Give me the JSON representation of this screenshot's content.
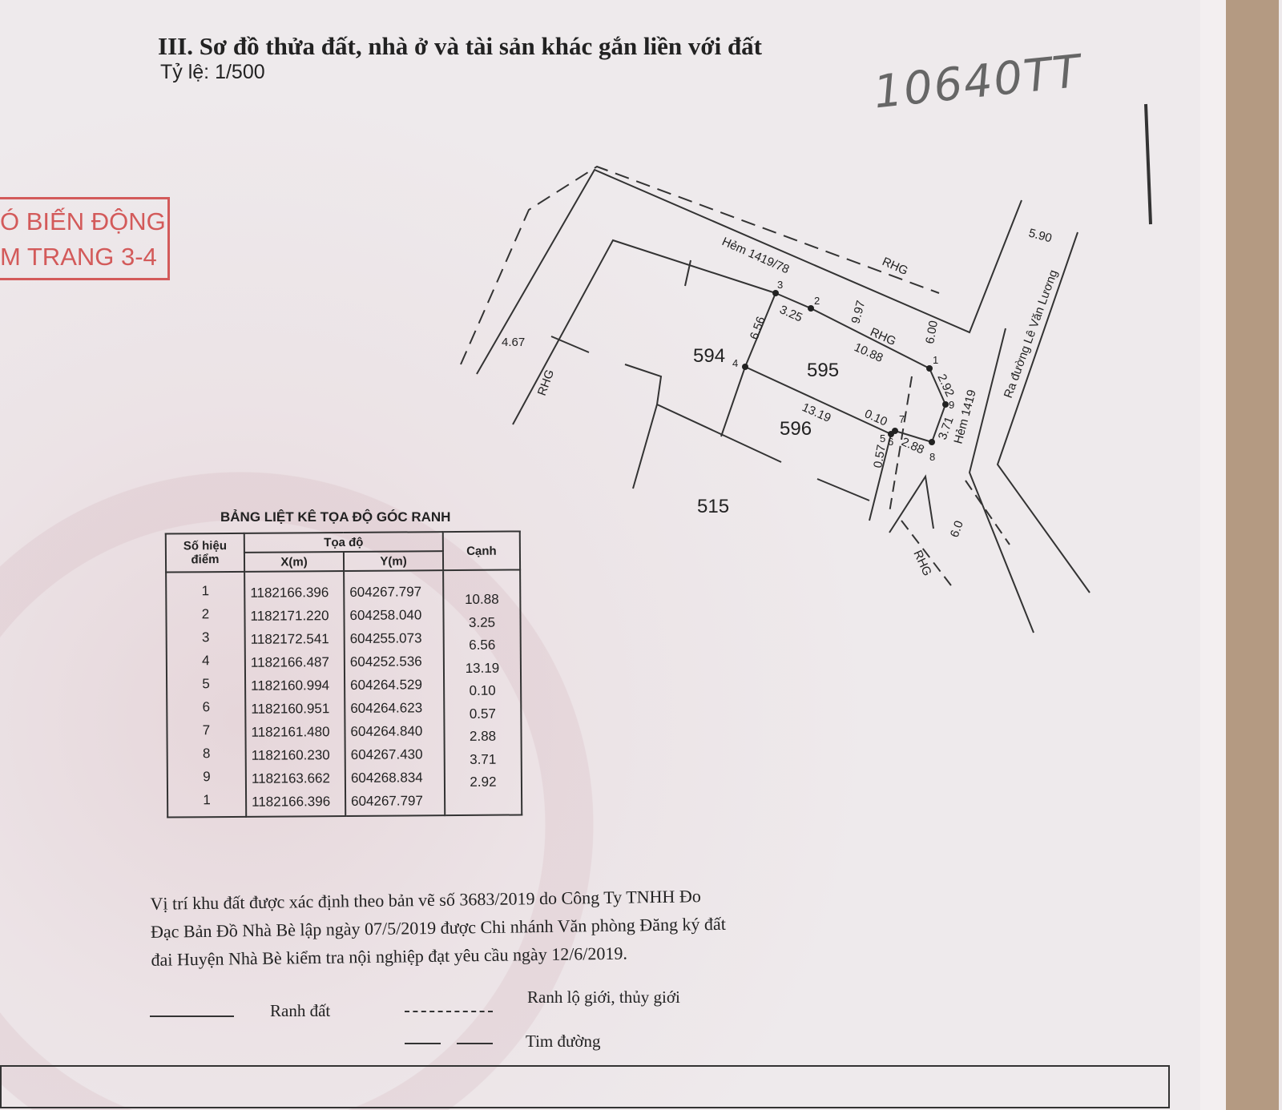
{
  "header": {
    "title": "III. Sơ đồ thửa đất, nhà ở và tài sản khác gắn liền với đất",
    "scale": "Tỷ lệ: 1/500",
    "handwritten_note": "10640TT"
  },
  "stamp": {
    "line1": "Ó BIẾN ĐỘNG",
    "line2": "M TRANG 3-4"
  },
  "map": {
    "parcels": [
      "594",
      "595",
      "596",
      "515"
    ],
    "points": [
      "1",
      "2",
      "3",
      "4",
      "5",
      "6",
      "7",
      "8",
      "9"
    ],
    "edge_labels": {
      "e12": "10.88",
      "e23": "3.25",
      "e34": "6.56",
      "e45": "13.19",
      "e56": "0.10",
      "e67": "0.57",
      "e78": "2.88",
      "e89": "3.71",
      "e91": "2.92"
    },
    "other_labels": {
      "w1": "9.97",
      "w2": "6.00",
      "w3": "5.90",
      "w4": "4.67",
      "w5": "6.0"
    },
    "roads": {
      "hem_78": "Hẻm 1419/78",
      "hem_1419": "Hẻm 1419",
      "ra_duong": "Ra đường Lê Văn Lương",
      "rhg": "RHG"
    }
  },
  "table": {
    "title": "BẢNG LIỆT KÊ TỌA ĐỘ GÓC RANH",
    "headers": {
      "point": "Số hiệu điểm",
      "coords": "Tọa độ",
      "x": "X(m)",
      "y": "Y(m)",
      "edge": "Cạnh"
    },
    "rows": [
      {
        "p": "1",
        "x": "1182166.396",
        "y": "604267.797"
      },
      {
        "p": "2",
        "x": "1182171.220",
        "y": "604258.040"
      },
      {
        "p": "3",
        "x": "1182172.541",
        "y": "604255.073"
      },
      {
        "p": "4",
        "x": "1182166.487",
        "y": "604252.536"
      },
      {
        "p": "5",
        "x": "1182160.994",
        "y": "604264.529"
      },
      {
        "p": "6",
        "x": "1182160.951",
        "y": "604264.623"
      },
      {
        "p": "7",
        "x": "1182161.480",
        "y": "604264.840"
      },
      {
        "p": "8",
        "x": "1182160.230",
        "y": "604267.430"
      },
      {
        "p": "9",
        "x": "1182163.662",
        "y": "604268.834"
      },
      {
        "p": "1",
        "x": "1182166.396",
        "y": "604267.797"
      }
    ],
    "edges": [
      "10.88",
      "3.25",
      "6.56",
      "13.19",
      "0.10",
      "0.57",
      "2.88",
      "3.71",
      "2.92"
    ]
  },
  "description": {
    "line1": "Vị trí khu đất được xác định theo bản vẽ số 3683/2019 do Công Ty TNHH Đo",
    "line2": "Đạc Bản Đồ Nhà Bè lập ngày 07/5/2019 được Chi nhánh Văn phòng Đăng ký đất",
    "line3": "đai Huyện Nhà Bè kiểm tra nội nghiệp đạt yêu cầu ngày 12/6/2019."
  },
  "legend": {
    "ranh_dat": "Ranh đất",
    "ranh_lo_gioi": "Ranh lộ giới, thủy giới",
    "tim_duong": "Tim đường"
  }
}
